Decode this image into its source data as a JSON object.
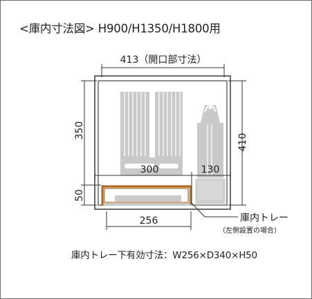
{
  "title": "<庫内寸法図> H900/H1350/H1800用",
  "dimensions": {
    "top_width": "413（開口部寸法）",
    "left_height": "350",
    "left_tray": "50",
    "right_height": "410",
    "inner_left": "300",
    "inner_right": "130",
    "bottom_tray": "256"
  },
  "callout": {
    "label": "庫内トレー",
    "note": "（左側設置の場合）"
  },
  "spec": "庫内トレー下有効寸法：W256×D340×H50",
  "colors": {
    "frame_stroke": "#444444",
    "items_gray": "#c8c8c8",
    "tray_orange": "#b86a1c"
  }
}
